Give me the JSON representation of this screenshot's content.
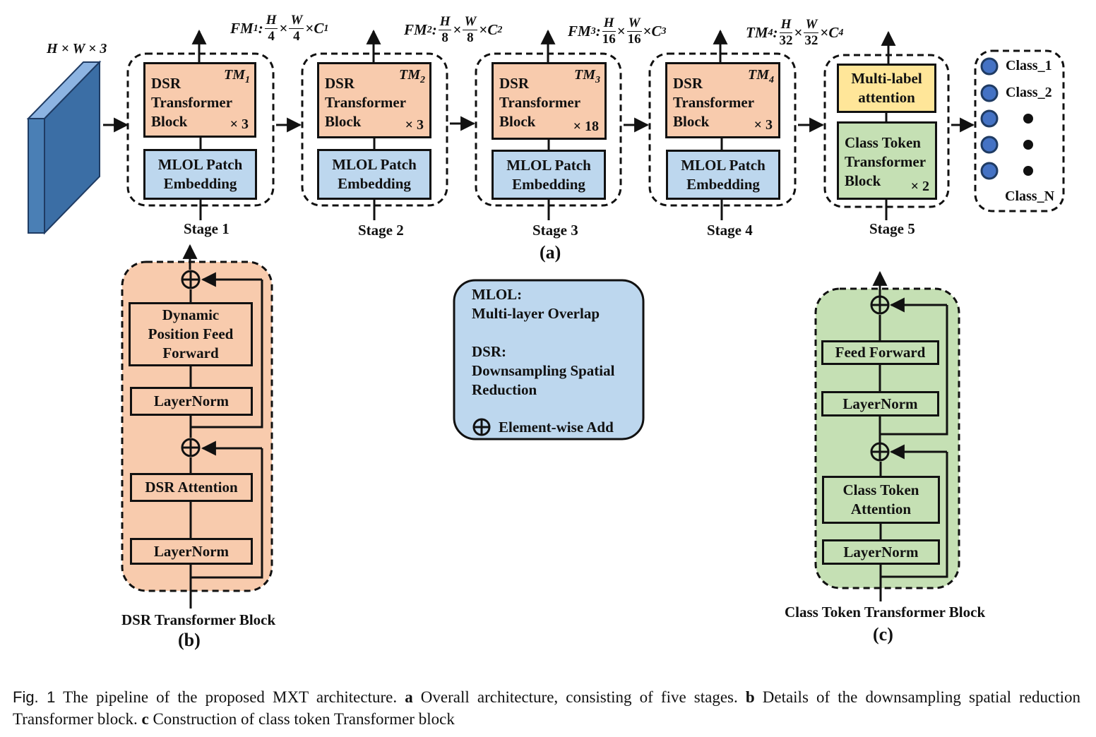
{
  "input": {
    "label": "H × W × 3"
  },
  "stages": [
    {
      "tm": "TM",
      "tm_sub": "1",
      "block": "DSR Transformer Block",
      "repeat": "× 3",
      "embed": "MLOL Patch Embedding",
      "name": "Stage 1"
    },
    {
      "tm": "TM",
      "tm_sub": "2",
      "block": "DSR Transformer Block",
      "repeat": "× 3",
      "embed": "MLOL Patch Embedding",
      "name": "Stage 2"
    },
    {
      "tm": "TM",
      "tm_sub": "3",
      "block": "DSR Transformer Block",
      "repeat": "× 18",
      "embed": "MLOL Patch Embedding",
      "name": "Stage 3"
    },
    {
      "tm": "TM",
      "tm_sub": "4",
      "block": "DSR Transformer Block",
      "repeat": "× 3",
      "embed": "MLOL Patch Embedding",
      "name": "Stage 4"
    }
  ],
  "stage5": {
    "attn": "Multi-label attention",
    "block": "Class Token Transformer Block",
    "repeat": "× 2",
    "name": "Stage 5"
  },
  "feature_maps": [
    {
      "pre": "FM",
      "sub": "1",
      "h_den": "4",
      "w_den": "4",
      "c": "C",
      "c_sub": "1"
    },
    {
      "pre": "FM",
      "sub": "2",
      "h_den": "8",
      "w_den": "8",
      "c": "C",
      "c_sub": "2"
    },
    {
      "pre": "FM",
      "sub": "3",
      "h_den": "16",
      "w_den": "16",
      "c": "C",
      "c_sub": "3"
    },
    {
      "pre": "TM",
      "sub": "4",
      "h_den": "32",
      "w_den": "32",
      "c": "C",
      "c_sub": "4"
    }
  ],
  "fm_symbols": {
    "h": "H",
    "w": "W",
    "times": "×"
  },
  "classes": {
    "c1": "Class_1",
    "c2": "Class_2",
    "cn": "Class_N"
  },
  "panel_a": "(a)",
  "dsr_block": {
    "ffn": "Dynamic Position Feed Forward",
    "ln1": "LayerNorm",
    "attn": "DSR Attention",
    "ln2": "LayerNorm",
    "title": "DSR Transformer Block",
    "panel": "(b)"
  },
  "legend": {
    "mlol_abbr": "MLOL:",
    "mlol_full": "Multi-layer Overlap",
    "dsr_abbr": "DSR:",
    "dsr_full_1": "Downsampling Spatial",
    "dsr_full_2": "Reduction",
    "add": "Element-wise Add"
  },
  "ct_block": {
    "ffn": "Feed Forward",
    "ln1": "LayerNorm",
    "attn": "Class Token Attention",
    "ln2": "LayerNorm",
    "title": "Class Token Transformer Block",
    "panel": "(c)"
  },
  "caption": {
    "fig": "Fig. 1",
    "text1": " The pipeline of the proposed MXT architecture. ",
    "a": "a",
    "text2": " Overall architecture, consisting of five stages. ",
    "b": "b",
    "text3": " Details of the downsampling spatial reduction Transformer block. ",
    "c": "c",
    "text4": " Construction of class token Transformer block"
  },
  "colors": {
    "peach": "#f8cbad",
    "blue": "#bdd7ee",
    "yellow": "#ffe699",
    "green": "#c5e0b4",
    "input": "#4a7fb5",
    "dot": "#4472c4"
  }
}
